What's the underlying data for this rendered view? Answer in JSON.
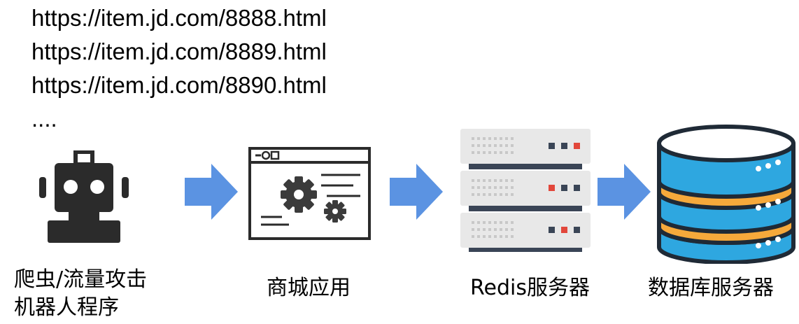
{
  "urls": [
    "https://item.jd.com/8888.html",
    "https://item.jd.com/8889.html",
    "https://item.jd.com/8890.html",
    "...."
  ],
  "nodes": {
    "robot": {
      "label_line1": "爬虫/流量攻击",
      "label_line2": "机器人程序",
      "icon": "robot-icon"
    },
    "mall": {
      "label": "商城应用",
      "icon": "web-app-gear-icon"
    },
    "redis": {
      "label": "Redis服务器",
      "icon": "server-rack-icon"
    },
    "database": {
      "label": "数据库服务器",
      "icon": "database-icon"
    }
  },
  "colors": {
    "arrow": "#5b93e2",
    "robot": "#2b2b2b",
    "server_body": "#e8e8e8",
    "server_divider": "#3a4556",
    "led_dark": "#3a4556",
    "led_red": "#e2473b",
    "db_blue": "#2ea7e0",
    "db_orange": "#f6a93b",
    "db_outline": "#1f2a36",
    "db_top": "#ffffff"
  }
}
